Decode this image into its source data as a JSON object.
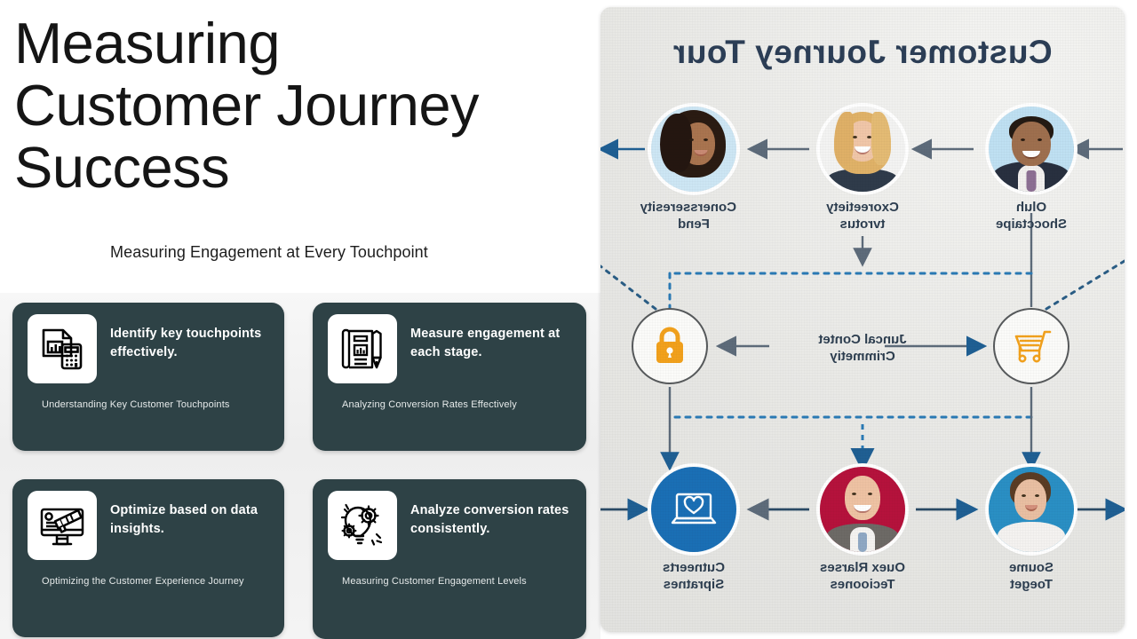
{
  "slide": {
    "title": "Measuring\nCustomer Journey\nSuccess",
    "subtitle": "Measuring Engagement at Every Touchpoint"
  },
  "cards": [
    {
      "icon": "document-calculator-icon",
      "heading": "Identify key touchpoints effectively.",
      "caption": "Understanding Key Customer Touchpoints"
    },
    {
      "icon": "report-pen-icon",
      "heading": "Measure engagement at each stage.",
      "caption": "Analyzing Conversion Rates Effectively"
    },
    {
      "icon": "monitor-megaphone-icon",
      "heading": "Optimize based on data insights.",
      "caption": "Optimizing the Customer Experience Journey"
    },
    {
      "icon": "lightbulb-gears-icon",
      "heading": "Analyze conversion rates consistently.",
      "caption": "Measuring Customer Engagement Levels"
    }
  ],
  "infographic": {
    "mirrored": true,
    "title": "Customer Journey Tour",
    "nodes": [
      {
        "id": "top-left",
        "label": "Oluh\nShocctaipe",
        "kind": "avatar"
      },
      {
        "id": "top-center",
        "label": "Cxoreetiety\ntvrotus",
        "kind": "avatar"
      },
      {
        "id": "top-right",
        "label": "Conersseresity\nFend",
        "kind": "avatar"
      },
      {
        "id": "mid-left",
        "label": "",
        "kind": "cart-icon"
      },
      {
        "id": "mid-right",
        "label": "",
        "kind": "lock-icon"
      },
      {
        "id": "bottom-left",
        "label": "Soume\nToeget",
        "kind": "avatar"
      },
      {
        "id": "bottom-center",
        "label": "Ouex Rlarses\nTecioones",
        "kind": "avatar"
      },
      {
        "id": "bottom-right",
        "label": "Cutneerts\nSipratnes",
        "kind": "laptop-icon"
      }
    ],
    "center_label": "Juncal Contet\nCrimmetiy"
  },
  "colors": {
    "card_background": "#2e4246",
    "title_text": "#151515",
    "icon_tile": "#ffffff",
    "infographic_accent": "#2c3e56",
    "infographic_orange": "#f2a11c",
    "infographic_blue": "#1a6fb5",
    "infographic_red": "#b5123c",
    "panel_background": "#e9e9e7"
  }
}
